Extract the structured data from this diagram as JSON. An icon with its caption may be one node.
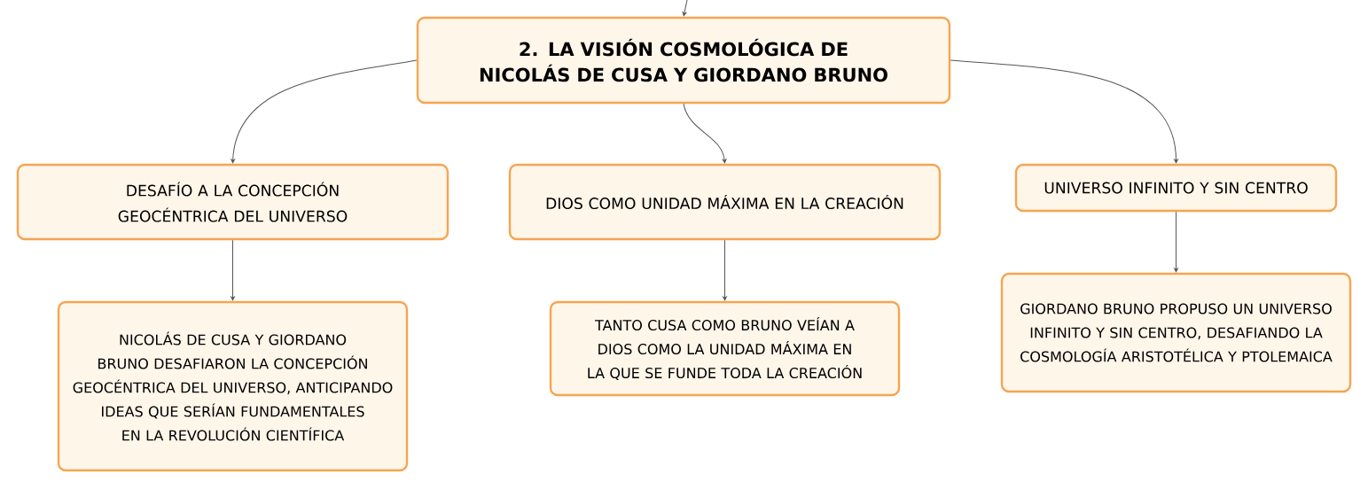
{
  "diagram": {
    "nodes": [
      {
        "text": [
          "2. LA VISIÓN COSMOLÓGICA DE NICOLÁS DE CUSA Y GIORDANO BRUNO"
        ]
      },
      {
        "text": [
          "DESAFÍO A LA CONCEPCIÓN GEOCÉNTRICA DEL UNIVERSO"
        ]
      },
      {
        "text": [
          "DIOS COMO UNIDAD MÁXIMA EN LA CREACIÓN"
        ]
      },
      {
        "text": [
          "UNIVERSO INFINITO Y SIN CENTRO"
        ]
      },
      {
        "text": [
          "NICOLÁS DE CUSA Y GIORDANO BRUNO DESAFIARON LA CONCEPCIÓN GEOCÉNTRICA DEL UNIVERSO, ANTICIPANDO IDEAS QUE SERÍAN FUNDAMENTALES EN LA REVOLUCIÓN CIENTÍFICA"
        ]
      },
      {
        "text": [
          "TANTO CUSA COMO BRUNO VEÍAN A DIOS COMO LA UNIDAD MÁXIMA EN LA QUE SE FUNDE TODA LA CREACIÓN"
        ]
      },
      {
        "text": [
          "GIORDANO BRUNO PROPUSO UN UNIVERSO INFINITO Y SIN CENTRO, DESAFIANDO LA COSMOLOGÍA ARISTOTÉLICA Y PTOLEMAICA"
        ]
      }
    ],
    "edges": [
      {
        "from": null,
        "to": 0,
        "arrow": "to"
      },
      {
        "from": 0,
        "to": 1,
        "arrow": "to"
      },
      {
        "from": 0,
        "to": 2,
        "arrow": "to"
      },
      {
        "from": 0,
        "to": 3,
        "arrow": "to"
      },
      {
        "from": 1,
        "to": 4,
        "arrow": "to"
      },
      {
        "from": 2,
        "to": 5,
        "arrow": "to"
      },
      {
        "from": 3,
        "to": 6,
        "arrow": "to"
      }
    ]
  }
}
